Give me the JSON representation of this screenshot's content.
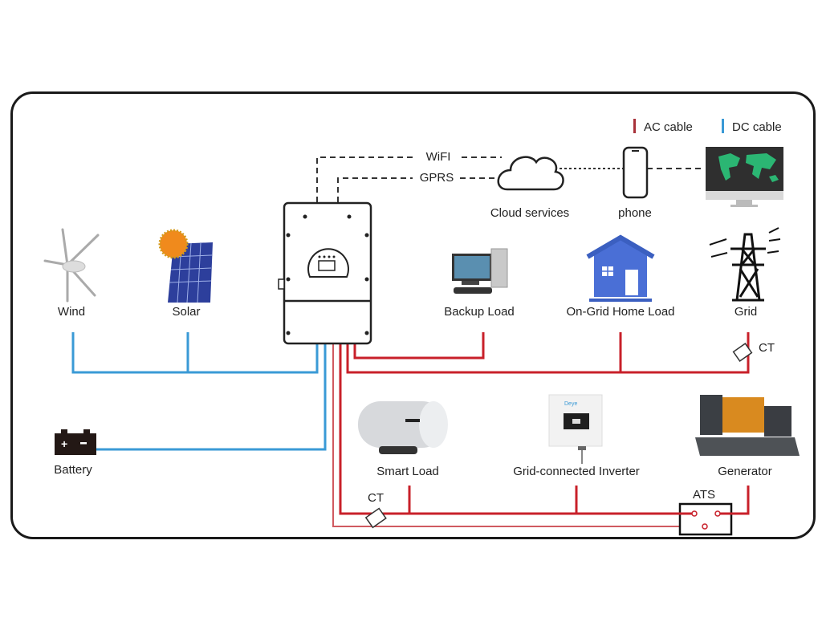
{
  "legend": {
    "ac": {
      "label": "AC cable",
      "color": "#b5262c"
    },
    "dc": {
      "label": "DC cable",
      "color": "#3a9ad6"
    }
  },
  "links": {
    "wifi": "WiFI",
    "gprs": "GPRS"
  },
  "nodes": {
    "cloud": "Cloud services",
    "phone": "phone",
    "wind": "Wind",
    "solar": "Solar",
    "backup_load": "Backup Load",
    "home_load": "On-Grid Home Load",
    "grid": "Grid",
    "battery": "Battery",
    "smart_load": "Smart Load",
    "grid_inverter": "Grid-connected Inverter",
    "generator": "Generator"
  },
  "annotations": {
    "ct_grid": "CT",
    "ct_smart": "CT",
    "ats": "ATS"
  },
  "inverter_brand": "Deye"
}
